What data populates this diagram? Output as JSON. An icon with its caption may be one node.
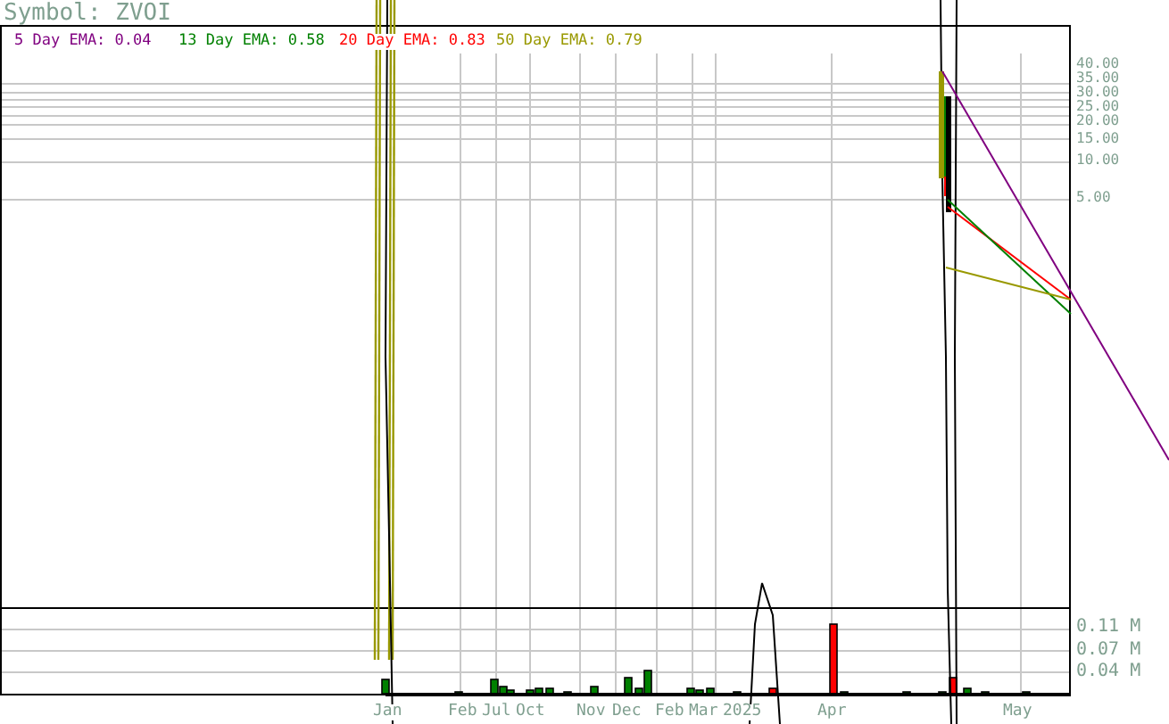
{
  "diagram": {
    "labels": [
      "Symbol: ZVOI",
      "40.00",
      "35.00",
      "30.00",
      "25.00",
      "20.00",
      "15.00",
      "10.00",
      "5.00",
      "0.11 M",
      "0.07 M",
      "0.04 M",
      "Jan",
      "Feb",
      "Jul",
      "Oct",
      "Nov",
      "Dec",
      "Feb",
      "Mar",
      "2025",
      "Apr",
      "May"
    ],
    "legend": [
      {
        "text": "5 Day EMA: 0.04",
        "color": "#800080"
      },
      {
        "text": "13 Day EMA: 0.58",
        "color": "#008000"
      },
      {
        "text": "20 Day EMA: 0.83",
        "color": "#ff0000"
      },
      {
        "text": "50 Day EMA: 0.79",
        "color": "#999900"
      }
    ]
  }
}
